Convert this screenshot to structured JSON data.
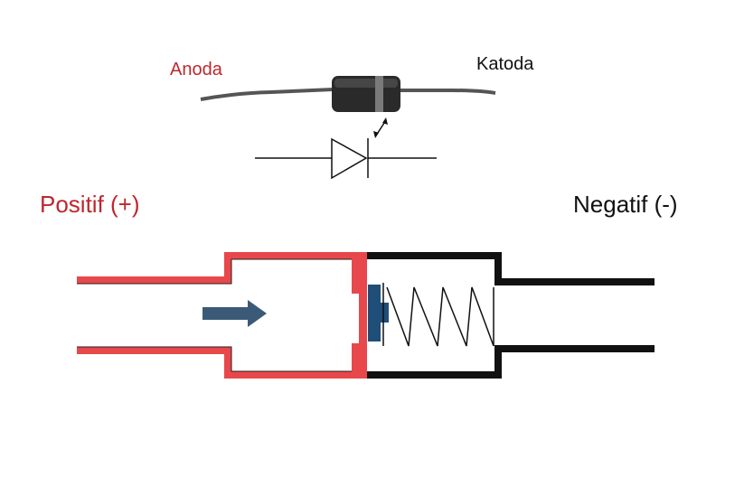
{
  "labels": {
    "anode": "Anoda",
    "cathode": "Katoda",
    "positive": "Positif (+)",
    "negative": "Negatif (-)"
  },
  "colors": {
    "positive_red": "#c0262c",
    "pipe_red": "#e8484b",
    "black": "#111111",
    "valve_blue": "#1f4e79",
    "arrow_blue": "#3b5a78",
    "diode_body": "#2a2a2a"
  },
  "icons": {
    "diode_symbol": "diode-symbol-icon",
    "flow_arrow": "arrow-right-icon",
    "spring": "spring-icon"
  }
}
